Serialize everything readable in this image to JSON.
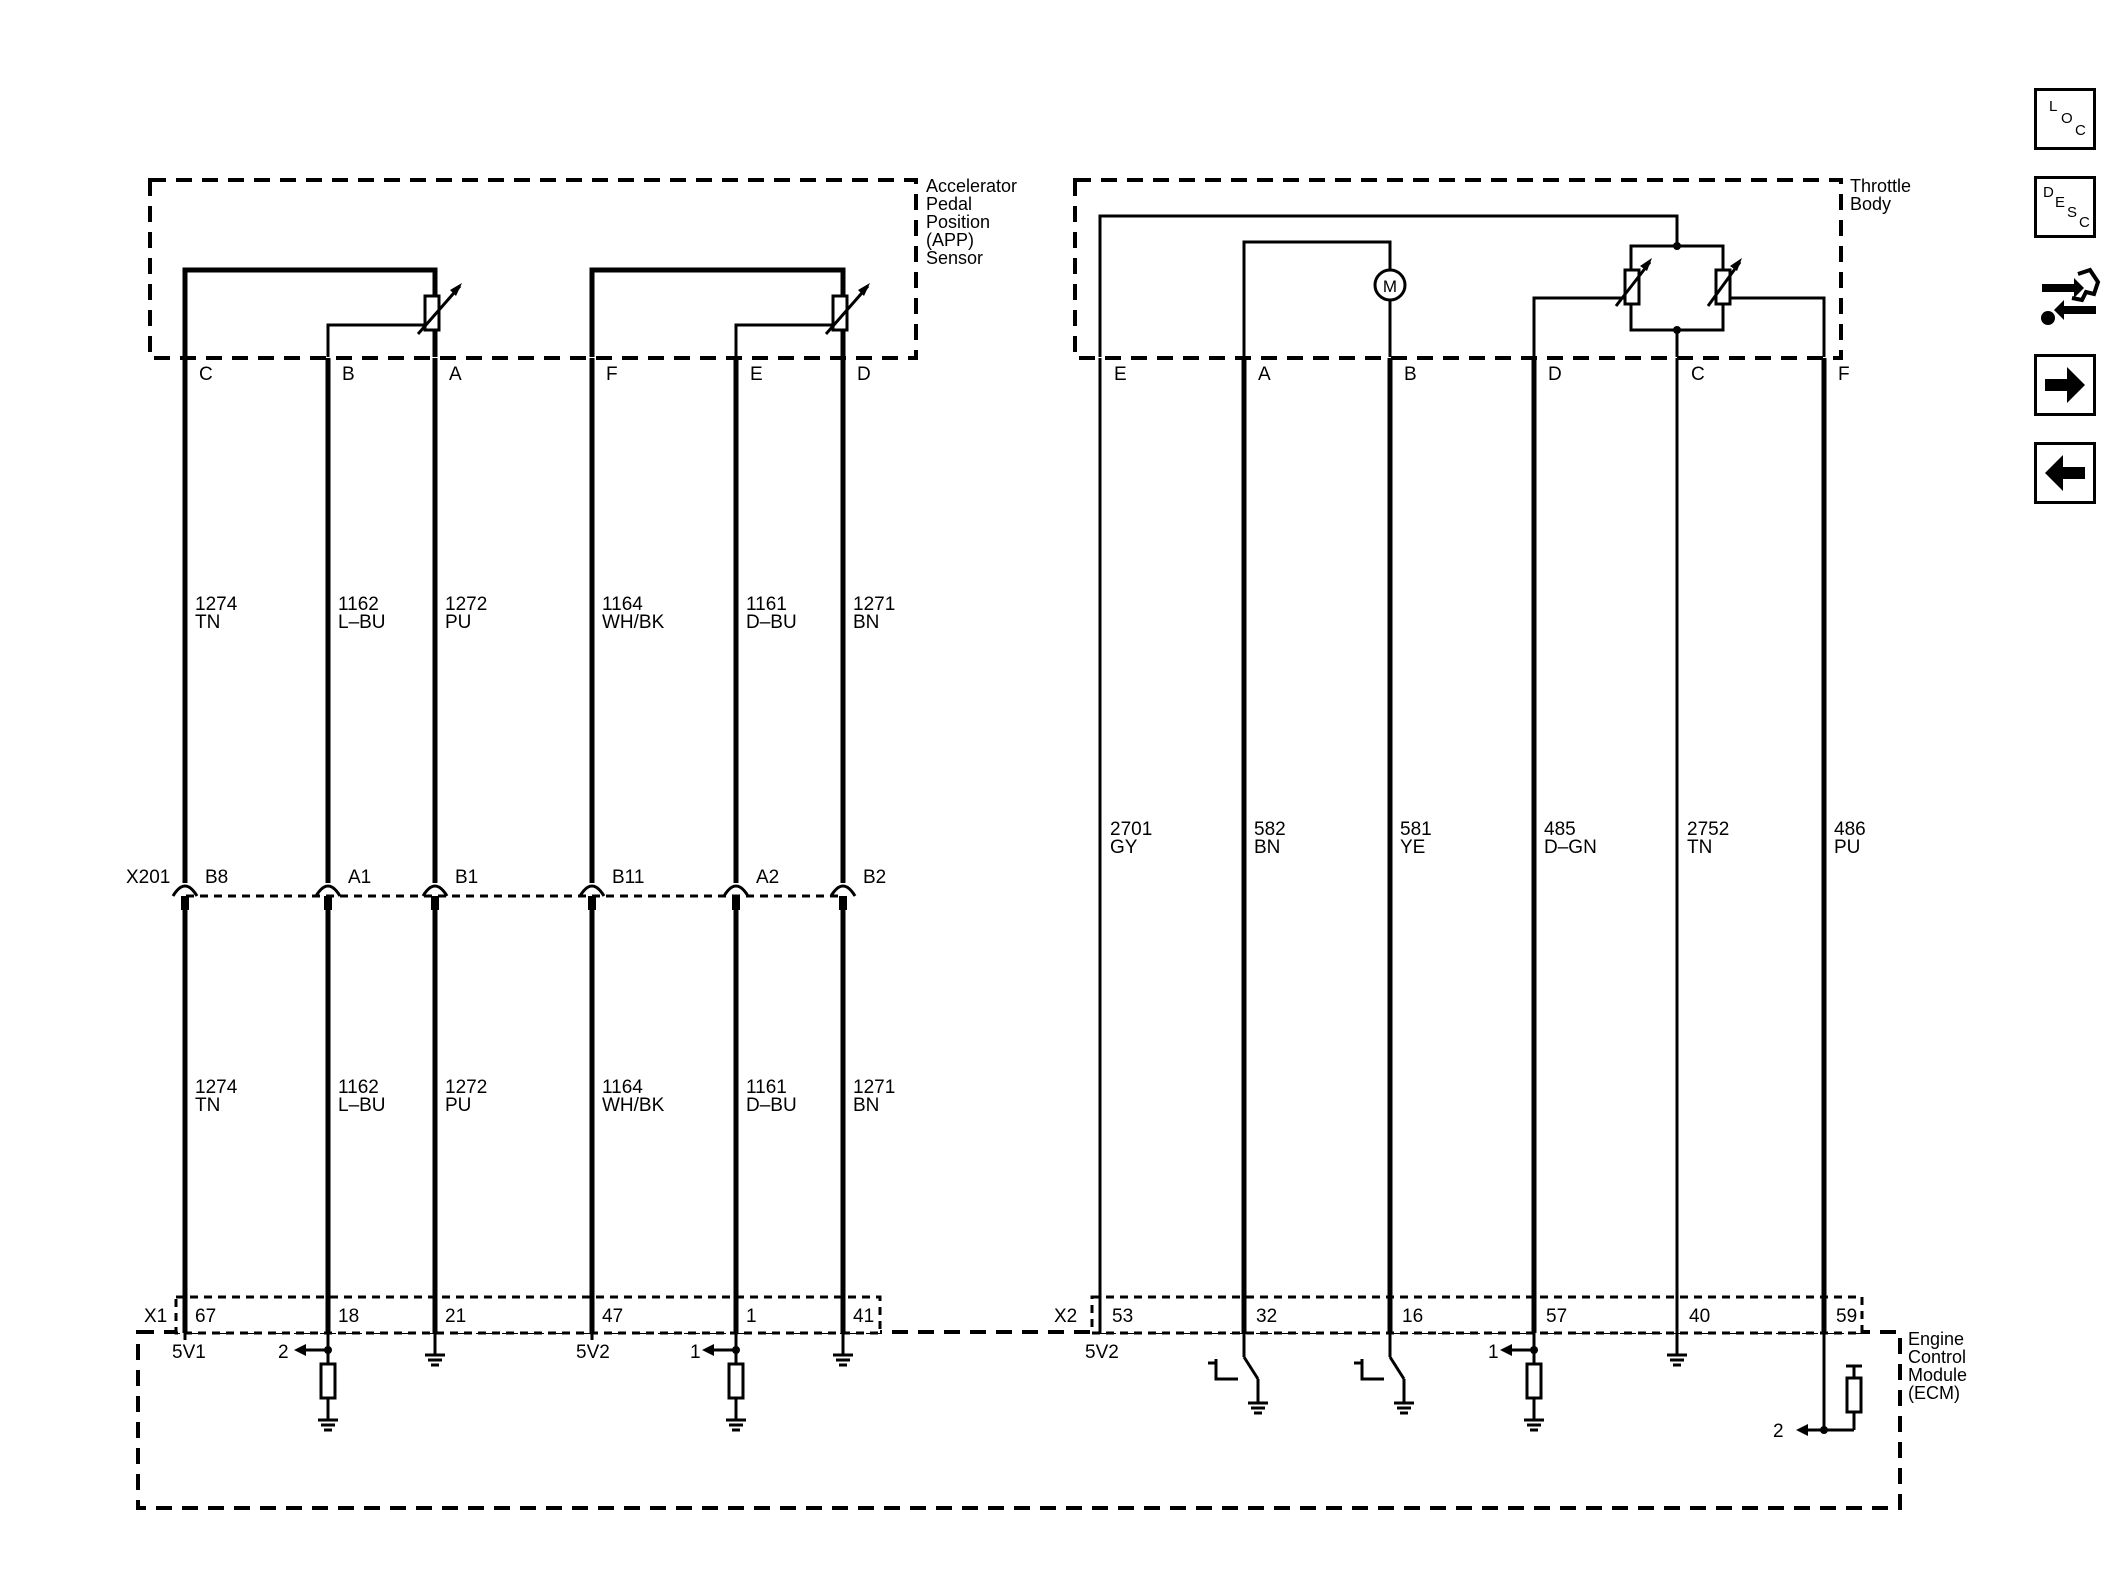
{
  "components": {
    "app_sensor": "Accelerator\nPedal\nPosition\n(APP)\nSensor",
    "throttle_body": "Throttle\nBody",
    "ecm": "Engine\nControl\nModule\n(ECM)"
  },
  "connectors": {
    "x201": "X201",
    "x1": "X1",
    "x2": "X2"
  },
  "app_wires": [
    {
      "pin": "C",
      "x201": "B8",
      "circuit": "1274",
      "color": "TN",
      "ecm_pin": "67"
    },
    {
      "pin": "B",
      "x201": "A1",
      "circuit": "1162",
      "color": "L–BU",
      "ecm_pin": "18"
    },
    {
      "pin": "A",
      "x201": "B1",
      "circuit": "1272",
      "color": "PU",
      "ecm_pin": "21"
    },
    {
      "pin": "F",
      "x201": "B11",
      "circuit": "1164",
      "color": "WH/BK",
      "ecm_pin": "47"
    },
    {
      "pin": "E",
      "x201": "A2",
      "circuit": "1161",
      "color": "D–BU",
      "ecm_pin": "1"
    },
    {
      "pin": "D",
      "x201": "B2",
      "circuit": "1271",
      "color": "BN",
      "ecm_pin": "41"
    }
  ],
  "tb_wires": [
    {
      "pin": "E",
      "circuit": "2701",
      "color": "GY",
      "ecm_pin": "53"
    },
    {
      "pin": "A",
      "circuit": "582",
      "color": "BN",
      "ecm_pin": "32"
    },
    {
      "pin": "B",
      "circuit": "581",
      "color": "YE",
      "ecm_pin": "16"
    },
    {
      "pin": "D",
      "circuit": "485",
      "color": "D–GN",
      "ecm_pin": "57"
    },
    {
      "pin": "C",
      "circuit": "2752",
      "color": "TN",
      "ecm_pin": "40"
    },
    {
      "pin": "F",
      "circuit": "486",
      "color": "PU",
      "ecm_pin": "59"
    }
  ],
  "ecm_labels": {
    "v1": "5V1",
    "v2a": "5V2",
    "v2b": "5V2",
    "ref2a": "2",
    "ref1a": "1",
    "ref1b": "1",
    "ref2b": "2"
  },
  "motor_symbol": "M",
  "nav": {
    "loc": [
      "L",
      "O",
      "C"
    ],
    "desc": [
      "D",
      "E",
      "S",
      "C"
    ]
  }
}
